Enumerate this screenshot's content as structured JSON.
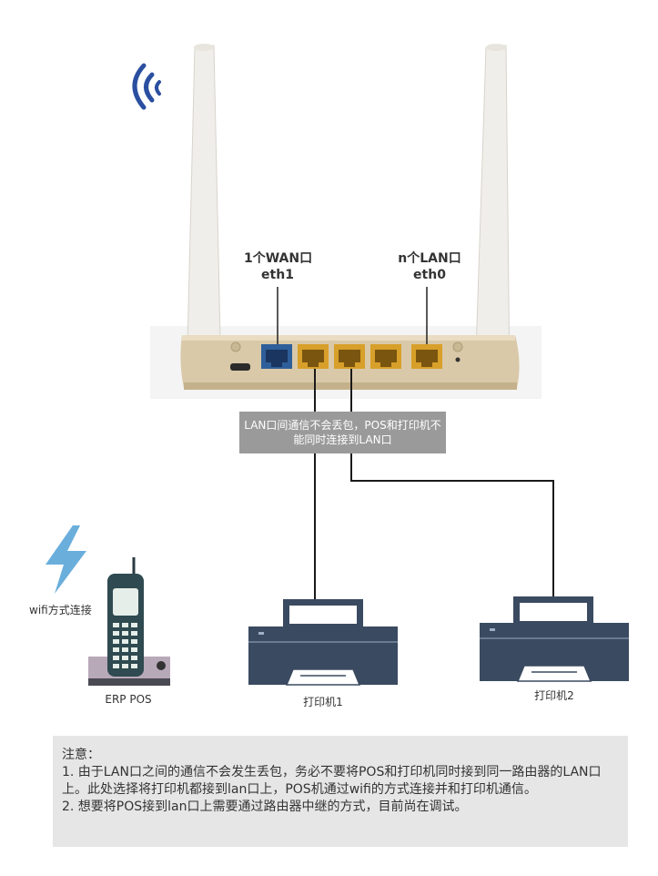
{
  "router": {
    "wan_port_label": "1个WAN口",
    "wan_port_iface": "eth1",
    "lan_port_label": "n个LAN口",
    "lan_port_iface": "eth0",
    "callout": "LAN口间通信不会丢包，POS和打印机不能同时连接到LAN口"
  },
  "devices": {
    "wifi_label": "wifi方式连接",
    "pos_label": "ERP POS",
    "printer1_label": "打印机1",
    "printer2_label": "打印机2"
  },
  "note": {
    "title": "注意：",
    "line1": "1.  由于LAN口之间的通信不会发生丢包，务必不要将POS和打印机同时接到同一路由器的LAN口上。此处选择将打印机都接到lan口上，POS机通过wifi的方式连接并和打印机通信。",
    "line2": "2. 想要将POS接到lan口上需要通过路由器中继的方式，目前尚在调试。"
  },
  "colors": {
    "router_body": "#d9c9a8",
    "lan_port": "#d8a02a",
    "wan_port": "#2f5f9a",
    "printer": "#3a4a60",
    "wifi_signal": "#2a4fa0",
    "lightning": "#6aaedc"
  }
}
